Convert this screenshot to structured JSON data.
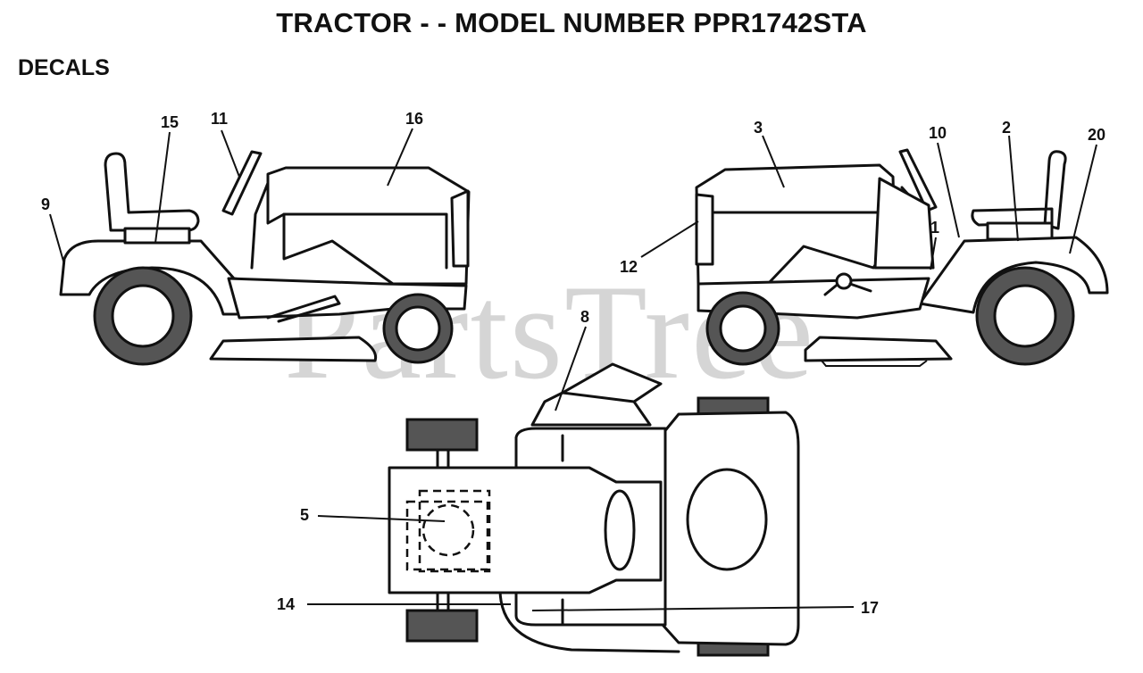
{
  "title": "TRACTOR - - MODEL NUMBER PPR1742STA",
  "section": "DECALS",
  "watermark": "PartsTree",
  "callouts": {
    "c1": "1",
    "c2": "2",
    "c3": "3",
    "c5": "5",
    "c8": "8",
    "c9": "9",
    "c10": "10",
    "c11": "11",
    "c12": "12",
    "c14": "14",
    "c15": "15",
    "c16": "16",
    "c17": "17",
    "c20": "20"
  }
}
